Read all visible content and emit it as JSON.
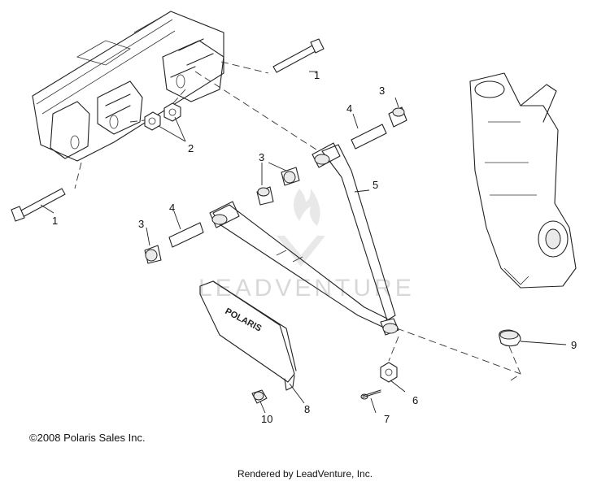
{
  "diagram": {
    "callouts": {
      "c1a": "1",
      "c1b": "1",
      "c2": "2",
      "c3a": "3",
      "c3b": "3",
      "c3c": "3",
      "c4a": "4",
      "c4b": "4",
      "c5": "5",
      "c6": "6",
      "c7": "7",
      "c8": "8",
      "c9": "9",
      "c10": "10"
    },
    "guard_logo_text": "POLARIS",
    "watermark_text": "LEADVENTURE"
  },
  "footer": {
    "copyright": "2008 Polaris Sales Inc.",
    "rendered_by": "Rendered by LeadVenture, Inc."
  }
}
